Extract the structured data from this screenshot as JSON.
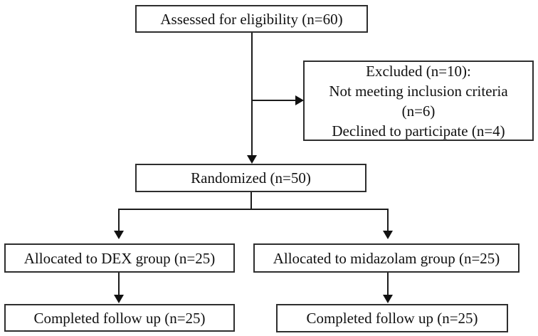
{
  "diagram": {
    "type": "flowchart",
    "boxes": {
      "assessed": {
        "label": "Assessed for eligibility (n=60)"
      },
      "excluded": {
        "lines": [
          "Excluded (n=10):",
          "Not meeting inclusion criteria",
          "(n=6)",
          "Declined to participate (n=4)"
        ]
      },
      "randomized": {
        "label": "Randomized (n=50)"
      },
      "allocated_dex": {
        "label": "Allocated to DEX group (n=25)"
      },
      "allocated_midazolam": {
        "label": "Allocated to midazolam group (n=25)"
      },
      "completed_dex": {
        "label": "Completed follow up (n=25)"
      },
      "completed_midazolam": {
        "label": "Completed follow up (n=25)"
      }
    },
    "edges": [
      {
        "from": "assessed",
        "to": "randomized"
      },
      {
        "from": "assessed",
        "to": "excluded"
      },
      {
        "from": "randomized",
        "to": "allocated_dex"
      },
      {
        "from": "randomized",
        "to": "allocated_midazolam"
      },
      {
        "from": "allocated_dex",
        "to": "completed_dex"
      },
      {
        "from": "allocated_midazolam",
        "to": "completed_midazolam"
      }
    ],
    "colors": {
      "background": "#ffffff",
      "box_border": "#2e2e2e",
      "text": "#111111",
      "line": "#1c1c1c"
    }
  }
}
